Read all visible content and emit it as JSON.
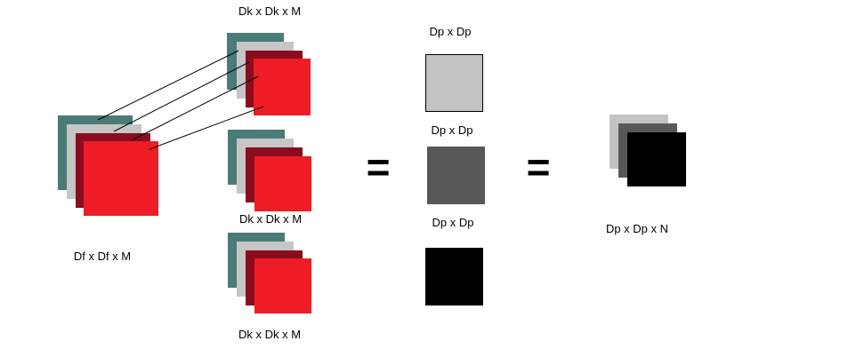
{
  "labels": {
    "input": "Df x Df x M",
    "kernel_top": "Dk x Dk x M",
    "kernel_middle": "Dk x Dk x M",
    "kernel_bottom": "Dk x Dk x M",
    "output_light": "Dp x Dp",
    "output_mid": "Dp x Dp",
    "output_dark": "Dp x Dp",
    "result": "Dp x Dp x N"
  },
  "operators": {
    "first": "=",
    "second": "="
  },
  "colors": {
    "channel_teal": "#4a7b77",
    "channel_gray": "#c6c6c6",
    "channel_dark_red": "#8a0c1e",
    "channel_red": "#ee1d25",
    "output_light": "#c3c3c3",
    "output_mid": "#585858",
    "output_dark": "#000000",
    "line": "#000000"
  }
}
